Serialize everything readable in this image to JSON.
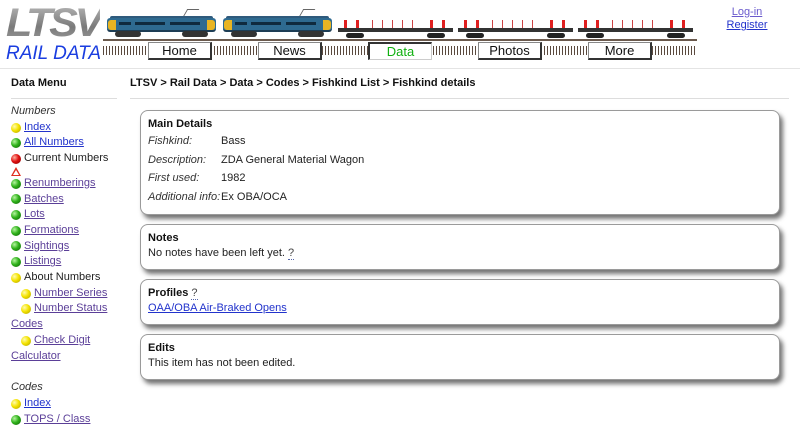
{
  "header": {
    "logo_top": "LTSV",
    "logo_bottom": "RAIL DATA",
    "nav": [
      {
        "label": "Home",
        "active": false
      },
      {
        "label": "News",
        "active": false
      },
      {
        "label": "Data",
        "active": true
      },
      {
        "label": "Photos",
        "active": false
      },
      {
        "label": "More",
        "active": false
      }
    ],
    "login_label": "Log-in",
    "register_label": "Register"
  },
  "sidebar": {
    "title": "Data Menu",
    "numbers_section": "Numbers",
    "numbers_items": [
      {
        "label": "Index",
        "icon": "yellow-dot-icon",
        "link": true
      },
      {
        "label": "All Numbers",
        "icon": "green-dot-icon",
        "link": true
      },
      {
        "label": "Current Numbers",
        "icon": "red-dot-icon",
        "link": false
      },
      {
        "label": "",
        "icon": "warning-triangle-icon",
        "link": false
      },
      {
        "label": "Renumberings",
        "icon": "green-dot-icon",
        "link": true
      },
      {
        "label": "Batches",
        "icon": "green-dot-icon",
        "link": true
      },
      {
        "label": "Lots",
        "icon": "green-dot-icon",
        "link": true
      },
      {
        "label": "Formations",
        "icon": "green-dot-icon",
        "link": true
      },
      {
        "label": "Sightings",
        "icon": "green-dot-icon",
        "link": true
      },
      {
        "label": "Listings",
        "icon": "green-dot-icon",
        "link": true
      },
      {
        "label": "About Numbers",
        "icon": "yellow-dot-icon",
        "link": false
      },
      {
        "label": "Number Series",
        "icon": "yellow-dot-icon",
        "link": true,
        "indent": true
      },
      {
        "label": "Number Status",
        "icon": "yellow-dot-icon",
        "link": true,
        "indent": true
      },
      {
        "label": "Codes",
        "icon": "",
        "link": true
      },
      {
        "label": "Check Digit",
        "icon": "yellow-dot-icon",
        "link": true,
        "indent": true
      },
      {
        "label": "Calculator",
        "icon": "",
        "link": true
      }
    ],
    "codes_section": "Codes",
    "codes_items": [
      {
        "label": "Index",
        "icon": "yellow-dot-icon",
        "link": true
      },
      {
        "label": "TOPS / Class",
        "icon": "green-dot-icon",
        "link": true
      }
    ]
  },
  "main": {
    "breadcrumb": "LTSV > Rail Data > Data > Codes > Fishkind List > Fishkind details",
    "main_details": {
      "title": "Main Details",
      "rows": [
        {
          "label": "Fishkind:",
          "value": "Bass"
        },
        {
          "label": "Description:",
          "value": "ZDA General Material Wagon"
        },
        {
          "label": "First used:",
          "value": "1982"
        },
        {
          "label": "Additional info:",
          "value": "Ex OBA/OCA"
        }
      ]
    },
    "notes": {
      "title": "Notes",
      "text": "No notes have been left yet.",
      "help": "?"
    },
    "profiles": {
      "title": "Profiles",
      "help": "?",
      "link": "OAA/OBA Air-Braked Opens"
    },
    "edits": {
      "title": "Edits",
      "text": "This item has not been edited."
    }
  },
  "colors": {
    "link": "#2233cc",
    "visited": "#5b3f98",
    "active_nav": "#10b010",
    "logo_blue": "#1a3de0"
  }
}
